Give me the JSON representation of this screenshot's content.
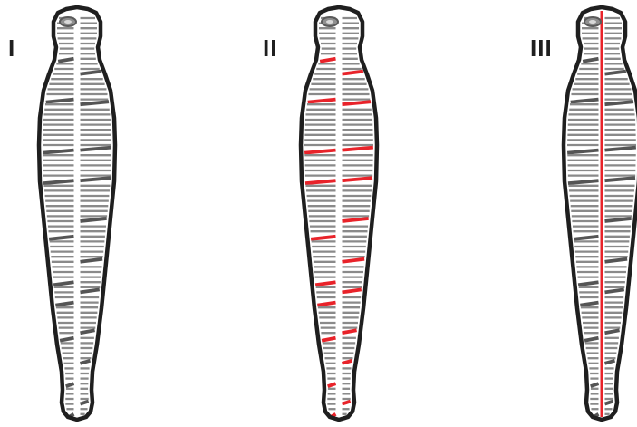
{
  "panels": [
    {
      "label": "I",
      "highlight": "none"
    },
    {
      "label": "II",
      "highlight": "transverse-striae"
    },
    {
      "label": "III",
      "highlight": "midline"
    }
  ],
  "colors": {
    "outline": "#1f1f1f",
    "stria_light": "#8a8a8a",
    "stria_dark": "#555555",
    "highlight": "#e8232a",
    "background": "#ffffff"
  }
}
